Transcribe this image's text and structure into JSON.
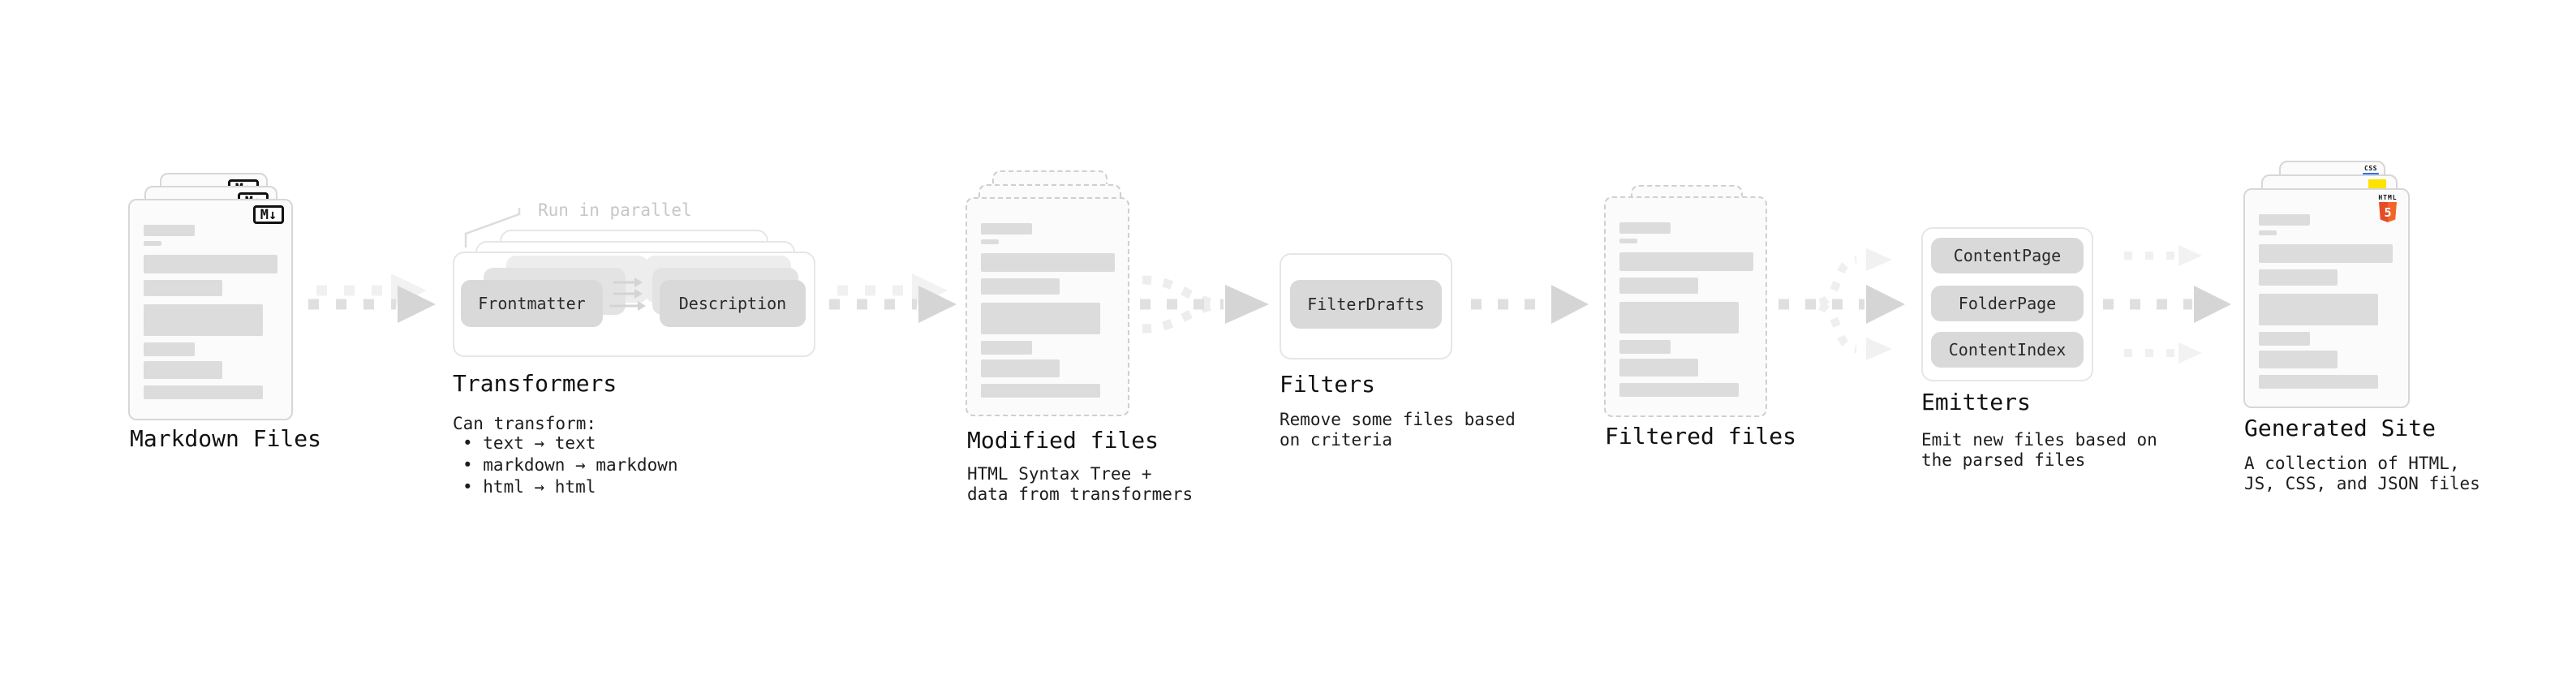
{
  "diagram": {
    "markdown_files": {
      "label": "Markdown Files",
      "badge": "M↓"
    },
    "transformers": {
      "title": "Transformers",
      "note": "Run in parallel",
      "step1": "Frontmatter",
      "step2": "Description",
      "desc_heading": "Can transform:",
      "bullets": [
        "• text → text",
        "• markdown → markdown",
        "• html → html"
      ]
    },
    "modified_files": {
      "label": "Modified files",
      "desc": [
        "HTML Syntax Tree +",
        "data from transformers"
      ]
    },
    "filters": {
      "title": "Filters",
      "button": "FilterDrafts",
      "desc": [
        "Remove some files based",
        "on criteria"
      ]
    },
    "filtered_files": {
      "label": "Filtered files"
    },
    "emitters": {
      "title": "Emitters",
      "buttons": [
        "ContentPage",
        "FolderPage",
        "ContentIndex"
      ],
      "desc": [
        "Emit new files based on",
        "the parsed files"
      ]
    },
    "generated_site": {
      "label": "Generated Site",
      "desc": [
        "A collection of HTML,",
        "JS, CSS, and JSON files"
      ],
      "html5_badge": {
        "word": "HTML",
        "number": "5"
      },
      "css_badge": "CSS"
    }
  },
  "colors": {
    "html5_orange": "#e44d26",
    "js_yellow": "#ffe200",
    "css_blue": "#2d6df6",
    "arrow_main": "#d5d5d5",
    "arrow_ghost": "#f0f0f0"
  }
}
